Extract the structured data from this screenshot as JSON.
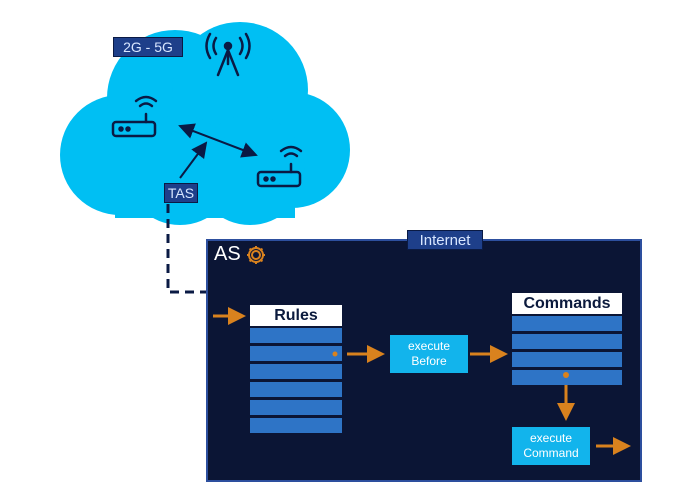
{
  "cloud": {
    "band_label": "2G - 5G",
    "tas_label": "TAS",
    "icons": [
      "cell-tower-icon",
      "router-icon",
      "router-icon"
    ],
    "color": "#00bff3"
  },
  "application_server": {
    "title": "AS",
    "title_icon": "gear-icon",
    "network_label": "Internet",
    "background_color": "#0b1535",
    "border_color": "#2d4f9e"
  },
  "rules": {
    "header": "Rules",
    "row_count": 6
  },
  "commands": {
    "header": "Commands",
    "row_count": 4
  },
  "actions": {
    "execute_before": [
      "execute",
      "Before"
    ],
    "execute_command": [
      "execute",
      "Command"
    ]
  },
  "colors": {
    "arrow": "#d9821e",
    "table_row": "#2e74c6",
    "action_box": "#12b4ec",
    "tag": "#1e3f8a"
  }
}
